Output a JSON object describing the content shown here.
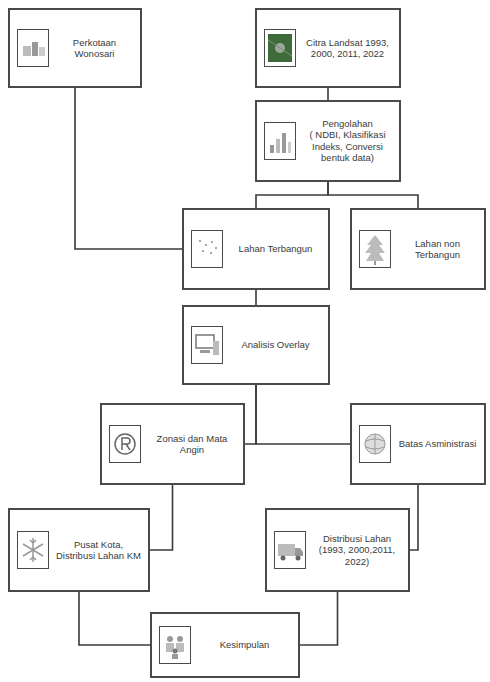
{
  "diagram": {
    "nodes": [
      {
        "text": [
          "Perkotaan Wonosari"
        ]
      },
      {
        "text": [
          "Citra Landsat 1993, 2000, 2011, 2022"
        ]
      },
      {
        "text": [
          "Pengolahan",
          "( NDBI, Klasifikasi Indeks, Conversi bentuk data)"
        ]
      },
      {
        "text": [
          "Lahan Terbangun"
        ]
      },
      {
        "text": [
          "Lahan non Terbangun"
        ]
      },
      {
        "text": [
          "Analisis Overlay"
        ]
      },
      {
        "text": [
          "Zonasi dan Mata Angin"
        ]
      },
      {
        "text": [
          "Batas Asministrasi"
        ]
      },
      {
        "text": [
          "Pusat Kota, Distribusi Lahan KM"
        ]
      },
      {
        "text": [
          "Distribusi Lahan (1993, 2000,2011, 2022)"
        ]
      },
      {
        "text": [
          "Kesimpulan"
        ]
      }
    ],
    "edges": [
      {
        "from": 0,
        "to": 3,
        "arrow": "none"
      },
      {
        "from": 1,
        "to": 2,
        "arrow": "none"
      },
      {
        "from": 2,
        "to": 3,
        "arrow": "none"
      },
      {
        "from": 2,
        "to": 4,
        "arrow": "none"
      },
      {
        "from": 3,
        "to": 5,
        "arrow": "none"
      },
      {
        "from": 5,
        "to": 6,
        "arrow": "none"
      },
      {
        "from": 5,
        "to": 7,
        "arrow": "none"
      },
      {
        "from": 6,
        "to": 8,
        "arrow": "none"
      },
      {
        "from": 7,
        "to": 9,
        "arrow": "none"
      },
      {
        "from": 8,
        "to": 10,
        "arrow": "none"
      },
      {
        "from": 9,
        "to": 10,
        "arrow": "none"
      }
    ]
  }
}
